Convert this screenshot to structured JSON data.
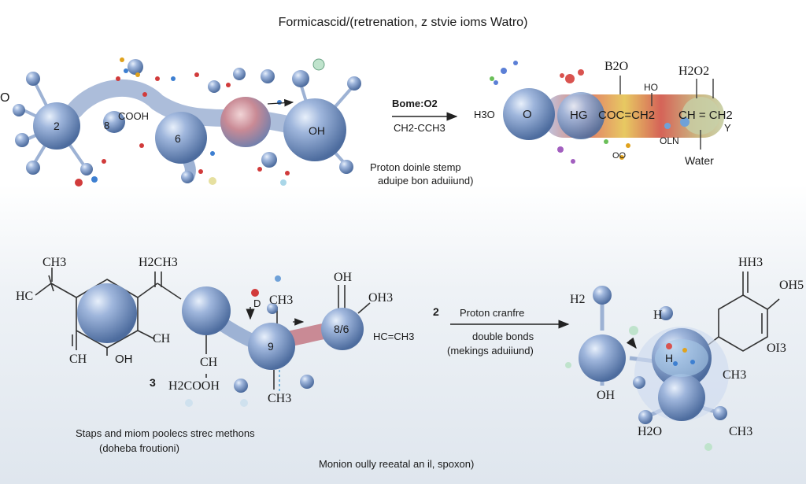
{
  "title": "Formicascid/(retrenation, z stvie ioms Watro)",
  "top_left": {
    "atom_2": "2",
    "atom_8": "8",
    "cooh": "COOH",
    "atom_6": "6",
    "oh": "OH",
    "edge_o": "O"
  },
  "top_arrow": {
    "label_top": "Bome:O2",
    "label_bottom": "CH2-CCH3"
  },
  "top_center": {
    "caption_line1": "Proton  doinle stemp",
    "caption_line2": "aduipe bon aduiiund)"
  },
  "top_right": {
    "h2o_left": "H3O",
    "o": "O",
    "hg": "HG",
    "chain": "COC=CH2",
    "ch_eq_ch2": "CH = CH2",
    "b2o": "B2O",
    "ho": "HO",
    "h2o2": "H2O2",
    "oln": "OLN",
    "oo": "OO",
    "y": "Y",
    "water": "Water"
  },
  "bottom_left": {
    "ch3_top": "CH3",
    "h2ch3": "H2CH3",
    "hc": "HC",
    "ch_ring": "CH",
    "ch_left": "CH",
    "oh_ring": "OH",
    "ch_mid": "CH",
    "h2cooh": "H2COOH",
    "step3": "3",
    "oh_top": "OH",
    "oh3": "OH3",
    "ch3_mid": "CH3",
    "ch3_low": "CH3",
    "atom_9": "9",
    "atom_8b": "8/6",
    "hc_ch3": "HC=CH3",
    "d_label": "D"
  },
  "bottom_arrow": {
    "step2": "2",
    "label_top": "Proton cranfre",
    "label_mid": "double bonds",
    "label_bottom": "(mekings aduiiund)"
  },
  "bottom_right": {
    "h2": "H2",
    "h": "H",
    "h_inner": "H",
    "oh": "OH",
    "h2o": "H2O",
    "ch3_a": "CH3",
    "ch3_b": "CH3",
    "hh3": "HH3",
    "oh_ring": "OH5",
    "oi3": "OI3"
  },
  "captions": {
    "left_line1": "Staps and miom poolecs strec methons",
    "left_line2": "(doheba froutioni)",
    "bottom": "Monion oully reeatal an il, spoxon)"
  },
  "colors": {
    "atom": "#7f9cc9",
    "atom_dark": "#4d6c9e",
    "bond": "#9db2d4",
    "highlight": "#c8737a"
  }
}
